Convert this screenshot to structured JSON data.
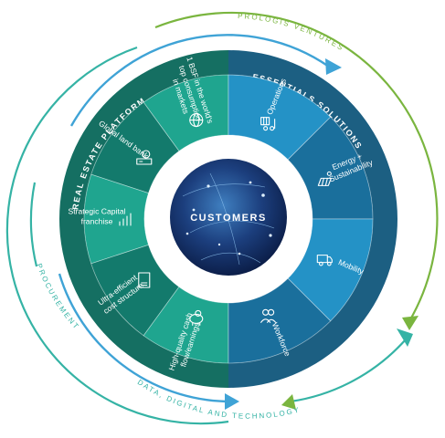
{
  "center": {
    "label": "CUSTOMERS"
  },
  "left_ring": {
    "label": "REAL ESTATE PLATFORM"
  },
  "right_ring": {
    "label": "ESSENTIALS SOLUTIONS"
  },
  "outer": {
    "ventures": "PROLOGIS VENTURES",
    "procurement": "PROCUREMENT",
    "data": "DATA, DIGITAL AND TECHNOLOGY"
  },
  "left_segments": [
    {
      "lines": [
        "1 BSF in the world's",
        "top consumption",
        "in markets"
      ],
      "icon": "globe-icon"
    },
    {
      "lines": [
        "Global land bank"
      ],
      "icon": "land-bank-icon"
    },
    {
      "lines": [
        "Strategic Capital",
        "franchise"
      ],
      "icon": "bar-chart-dollar-icon"
    },
    {
      "lines": [
        "Ultra-efficient",
        "cost structure"
      ],
      "icon": "document-dollar-icon"
    },
    {
      "lines": [
        "High-quality cash",
        "flow/earnings"
      ],
      "icon": "piggy-bank-icon"
    }
  ],
  "right_segments": [
    {
      "lines": [
        "Operations"
      ],
      "icon": "forklift-icon"
    },
    {
      "lines": [
        "Energy +",
        "Sustainability"
      ],
      "icon": "solar-panel-icon"
    },
    {
      "lines": [
        "Mobility"
      ],
      "icon": "truck-icon"
    },
    {
      "lines": [
        "Workforce"
      ],
      "icon": "workers-icon"
    }
  ],
  "colors": {
    "teal": "#1fa58f",
    "teal_dark": "#137a6c",
    "blue": "#2492c6",
    "blue_dark": "#1a6f9c",
    "ring_dark_left": "#156f62",
    "ring_dark_right": "#1c5f82",
    "arc_green": "#7ab53f",
    "arc_teal": "#35b3a5",
    "arc_blue": "#3fa3d6"
  }
}
